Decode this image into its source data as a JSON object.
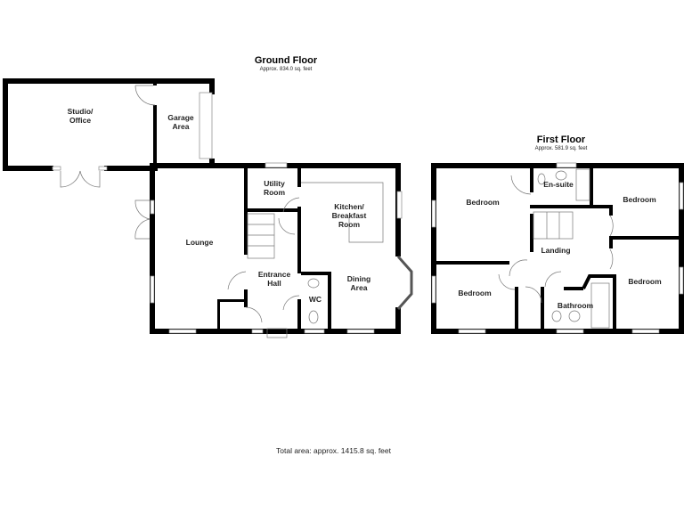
{
  "ground_floor": {
    "title": "Ground Floor",
    "area": "Approx. 834.0 sq. feet",
    "rooms": [
      {
        "label": "Studio/\nOffice"
      },
      {
        "label": "Garage\nArea"
      },
      {
        "label": "Utility\nRoom"
      },
      {
        "label": "Kitchen/\nBreakfast\nRoom"
      },
      {
        "label": "Lounge"
      },
      {
        "label": "Entrance\nHall"
      },
      {
        "label": "Dining\nArea"
      },
      {
        "label": "WC"
      }
    ]
  },
  "first_floor": {
    "title": "First Floor",
    "area": "Approx. 581.9 sq. feet",
    "rooms": [
      {
        "label": "En-suite"
      },
      {
        "label": "Bedroom"
      },
      {
        "label": "Bedroom"
      },
      {
        "label": "Landing"
      },
      {
        "label": "Bedroom"
      },
      {
        "label": "Bedroom"
      },
      {
        "label": "Bathroom"
      }
    ]
  },
  "total_area": "Total area: approx. 1415.8 sq. feet"
}
